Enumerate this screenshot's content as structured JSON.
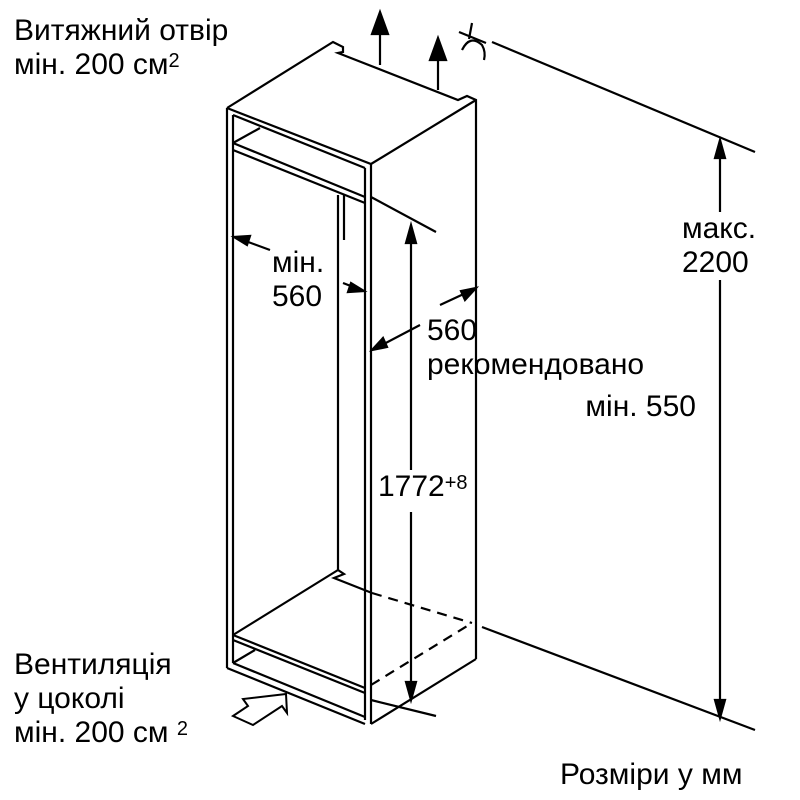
{
  "labels": {
    "exhaust_line1": "Витяжний отвір",
    "exhaust_line2": "мін. 200 см",
    "exhaust_sup": "2",
    "vent_line1": "Вентиляція",
    "vent_line2": "у цоколі",
    "vent_line3": "мін. 200 см",
    "vent_sup": "2",
    "width_line1": "мін.",
    "width_line2": "560",
    "depth_line1": "560",
    "depth_line2": "рекомендовано",
    "depth_line3": "мін. 550",
    "height_value": "1772",
    "height_tolerance": "+8",
    "max_line1": "макс.",
    "max_line2": "2200",
    "units": "Розміри у мм"
  },
  "icons": [
    "exhaust-arrow-icon",
    "tilt-symbol-icon",
    "intake-arrow-icon"
  ]
}
